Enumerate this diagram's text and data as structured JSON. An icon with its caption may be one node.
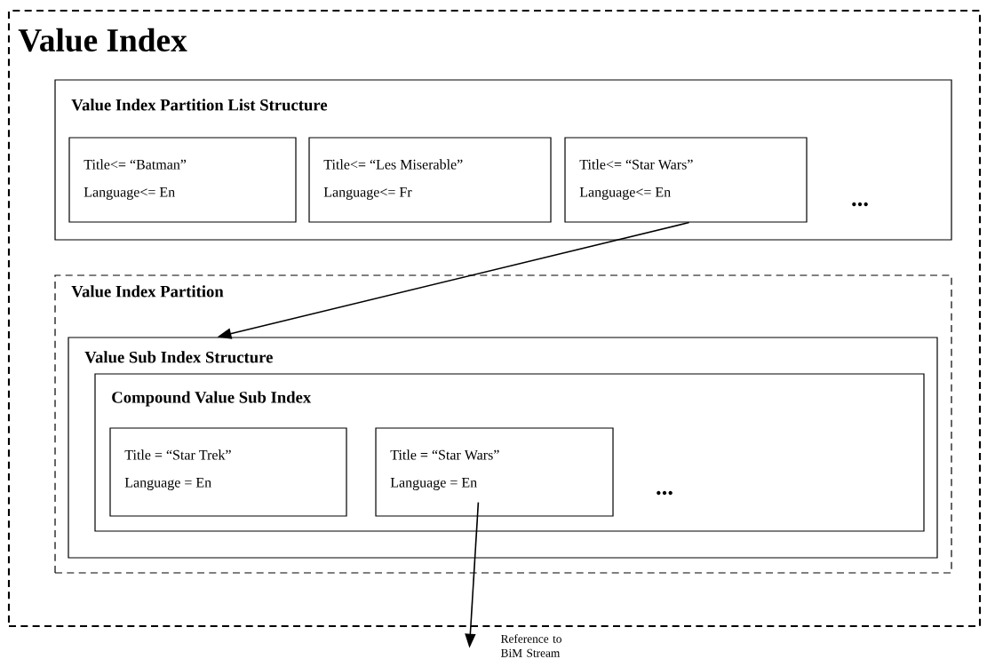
{
  "diagram": {
    "nodes": [
      {
        "text": [
          "Value Index"
        ]
      },
      {
        "text": [
          "Value Index Partition List Structure"
        ],
        "in": 0
      },
      {
        "text": [
          "Title<= “Batman”",
          "Language<= En"
        ],
        "in": 1
      },
      {
        "text": [
          "Title<= “Les Miserable”",
          "Language<= Fr"
        ],
        "in": 1
      },
      {
        "text": [
          "Title<= “Star Wars”",
          "Language<= En"
        ],
        "in": 1
      },
      {
        "text": [
          "Value Index Partition"
        ],
        "in": 0
      },
      {
        "text": [
          "Value Sub Index Structure"
        ],
        "in": 5
      },
      {
        "text": [
          "Compound Value Sub Index"
        ],
        "in": 6
      },
      {
        "text": [
          "Title = “Star Trek”",
          "Language = En"
        ],
        "in": 7
      },
      {
        "text": [
          "Title = “Star Wars”",
          "Language = En"
        ],
        "in": 7
      }
    ],
    "edges": [
      {
        "from": 4,
        "to": 6,
        "arrow": "to"
      },
      {
        "from": 9,
        "to": null,
        "arrow": "to",
        "label": "Reference to BiM Stream"
      }
    ],
    "labels": [
      "...",
      "..."
    ]
  }
}
